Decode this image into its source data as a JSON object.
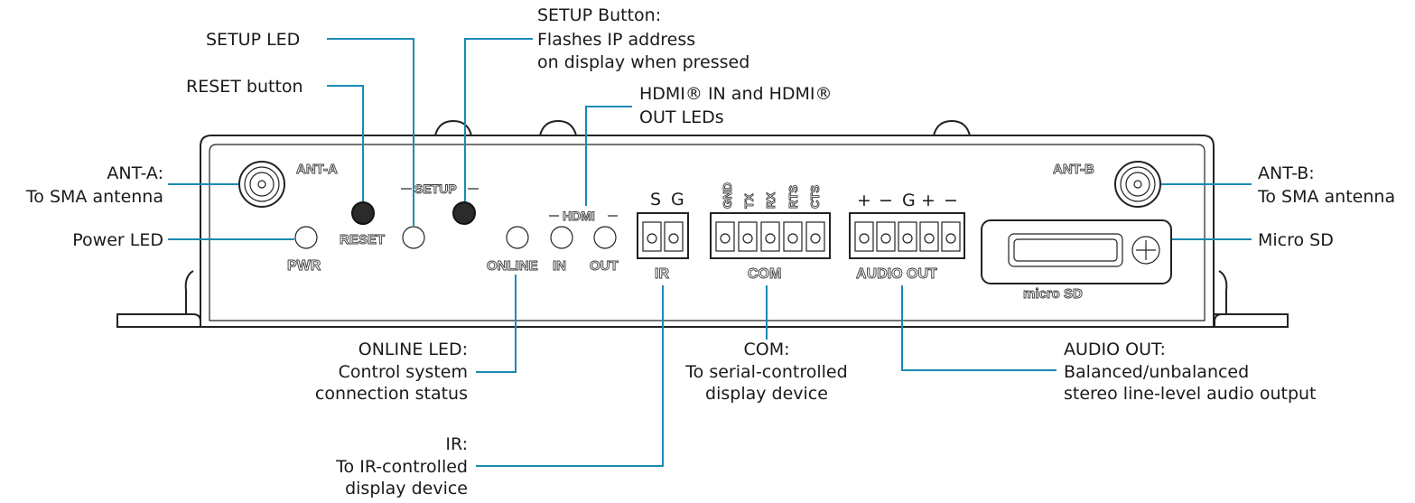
{
  "callouts": {
    "setup_led": "SETUP LED",
    "setup_button": [
      "SETUP Button:",
      "Flashes IP address",
      "on display when pressed"
    ],
    "reset_button": "RESET button",
    "hdmi_leds": [
      "HDMI® IN and HDMI®",
      "OUT LEDs"
    ],
    "ant_a": [
      "ANT-A:",
      "To SMA antenna"
    ],
    "ant_b": [
      "ANT-B:",
      "To SMA antenna"
    ],
    "power_led": "Power LED",
    "micro_sd": "Micro SD",
    "online_led": [
      "ONLINE LED:",
      "Control system",
      "connection status"
    ],
    "com": [
      "COM:",
      "To serial-controlled",
      "display device"
    ],
    "audio_out": [
      "AUDIO OUT:",
      "Balanced/unbalanced",
      "stereo line-level audio output"
    ],
    "ir": [
      "IR:",
      "To IR-controlled",
      "display device"
    ]
  },
  "panel": {
    "ant_a": "ANT-A",
    "ant_b": "ANT-B",
    "setup": "SETUP",
    "reset": "RESET",
    "pwr": "PWR",
    "hdmi": "HDMI",
    "online": "ONLINE",
    "in": "IN",
    "out": "OUT",
    "ir": "IR",
    "ir_pins": [
      "S",
      "G"
    ],
    "com": "COM",
    "com_pins": [
      "GND",
      "TX",
      "RX",
      "RTS",
      "CTS"
    ],
    "audio_out": "AUDIO OUT",
    "audio_pins": [
      "+",
      "−",
      "G",
      "+",
      "−"
    ],
    "micro_sd": "micro SD"
  },
  "colors": {
    "leader": "#1a8ab4",
    "outline": "#222222"
  }
}
